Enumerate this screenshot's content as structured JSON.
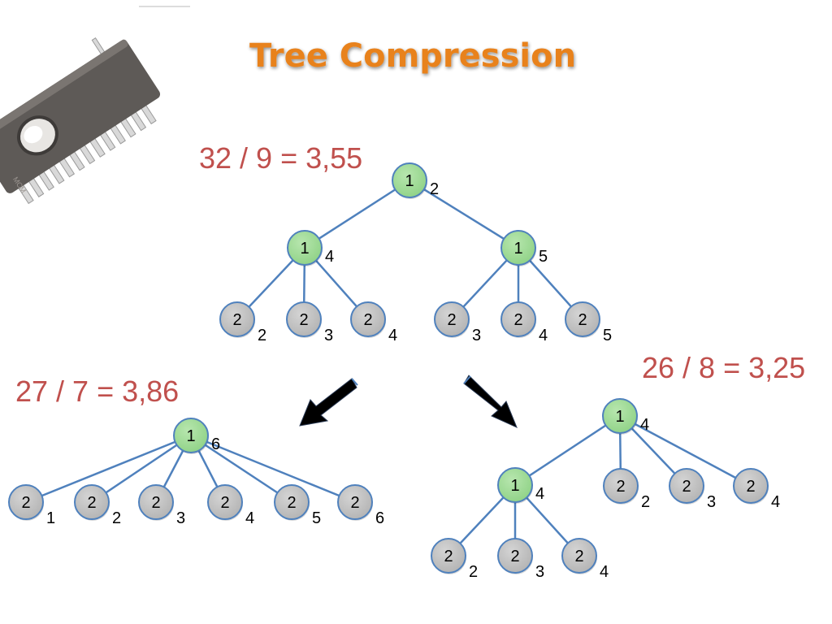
{
  "title": "Tree Compression",
  "colors": {
    "title": "#e8821e",
    "ratio": "#c0504d",
    "edge": "#4f81bd",
    "inner_node": "#92d68a",
    "leaf_node": "#bfbfbf",
    "arrow": "#000000"
  },
  "trees": {
    "top": {
      "ratio": "32 / 9 = 3,55",
      "nodes": [
        {
          "label": "1",
          "sub": "2"
        },
        {
          "label": "1",
          "sub": "4"
        },
        {
          "label": "1",
          "sub": "5"
        },
        {
          "label": "2",
          "sub": "2"
        },
        {
          "label": "2",
          "sub": "3"
        },
        {
          "label": "2",
          "sub": "4"
        },
        {
          "label": "2",
          "sub": "3"
        },
        {
          "label": "2",
          "sub": "4"
        },
        {
          "label": "2",
          "sub": "5"
        }
      ]
    },
    "left": {
      "ratio": "27 / 7 = 3,86",
      "nodes": [
        {
          "label": "1",
          "sub": "6"
        },
        {
          "label": "2",
          "sub": "1"
        },
        {
          "label": "2",
          "sub": "2"
        },
        {
          "label": "2",
          "sub": "3"
        },
        {
          "label": "2",
          "sub": "4"
        },
        {
          "label": "2",
          "sub": "5"
        },
        {
          "label": "2",
          "sub": "6"
        }
      ]
    },
    "right": {
      "ratio": "26 / 8 = 3,25",
      "nodes": [
        {
          "label": "1",
          "sub": "4"
        },
        {
          "label": "1",
          "sub": "4"
        },
        {
          "label": "2",
          "sub": "2"
        },
        {
          "label": "2",
          "sub": "3"
        },
        {
          "label": "2",
          "sub": "4"
        },
        {
          "label": "2",
          "sub": "2"
        },
        {
          "label": "2",
          "sub": "3"
        },
        {
          "label": "2",
          "sub": "4"
        }
      ]
    }
  }
}
